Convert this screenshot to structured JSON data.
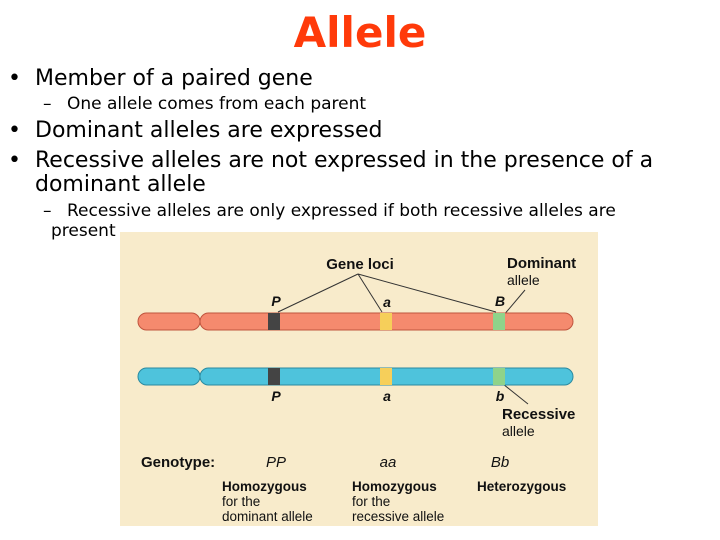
{
  "title": "Allele",
  "bullets": [
    {
      "text": "Member of a paired gene",
      "sub": [
        "One allele comes from each parent"
      ]
    },
    {
      "text": "Dominant alleles are expressed"
    },
    {
      "text": "Recessive alleles are not expressed in the presence of a dominant allele",
      "lines": [
        "Recessive alleles are not expressed in the presence of a",
        "dominant allele"
      ],
      "sub": [
        "Recessive alleles are only expressed if both recessive alleles are present"
      ],
      "sub_lines": [
        "Recessive alleles are only expressed if both recessive alleles are",
        "present"
      ]
    }
  ],
  "figure": {
    "gene_loci": "Gene loci",
    "dominant": "Dominant",
    "dominant_allele": "allele",
    "recessive": "Recessive",
    "recessive_allele": "allele",
    "top_labels": [
      "P",
      "a",
      "B"
    ],
    "bottom_labels": [
      "P",
      "a",
      "b"
    ],
    "genotype_label": "Genotype:",
    "genotypes": [
      "PP",
      "aa",
      "Bb"
    ],
    "desc": [
      {
        "head": "Homozygous",
        "l1": "for the",
        "l2": "dominant allele"
      },
      {
        "head": "Homozygous",
        "l1": "for the",
        "l2": "recessive allele"
      },
      {
        "head": "Heterozygous"
      }
    ],
    "colors": {
      "background": "#f8ebcb",
      "maternal": "#f58a6e",
      "paternal": "#4ec3dc",
      "title": "#ff3a0a"
    }
  }
}
